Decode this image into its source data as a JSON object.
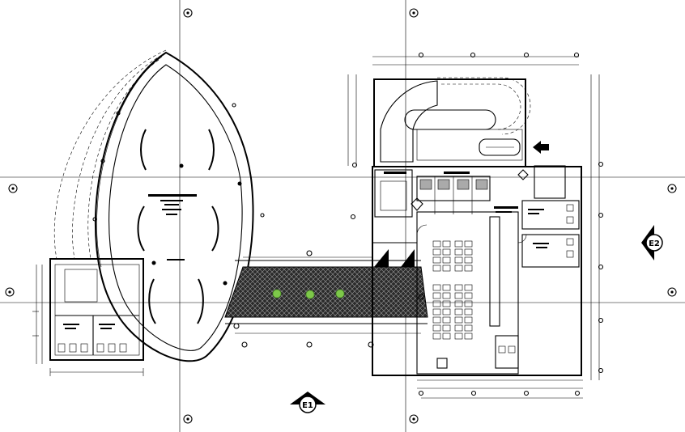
{
  "drawing": {
    "elevation_markers": [
      {
        "id": "e1",
        "label": "E1"
      },
      {
        "id": "e2",
        "label": "E2"
      }
    ],
    "grid_bubble_glyph": "◎",
    "colors": {
      "line": "#000000",
      "background": "#ffffff",
      "tree_fill": "#7ec84a",
      "tree_stroke": "#4e8f2a",
      "plaza_hatch": "#1a1a1a",
      "stair_fill": "#cfcfcf"
    },
    "icons": [
      "grid-bubble-icon",
      "elevation-marker-icon",
      "north-arrow-icon",
      "tree-icon"
    ]
  }
}
